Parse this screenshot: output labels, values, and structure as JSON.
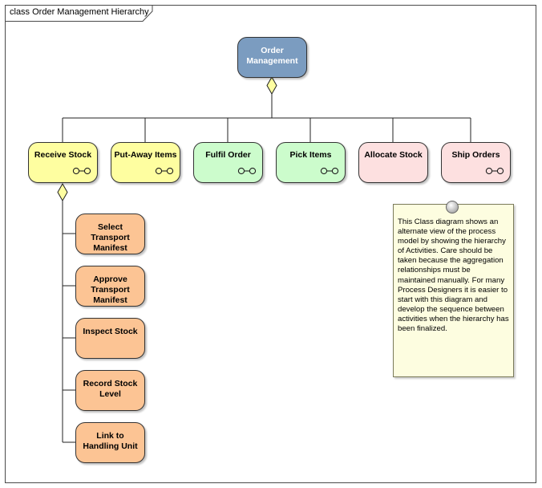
{
  "diagram": {
    "frame_title": "class Order Management Hierarchy",
    "root": {
      "label": "Order Management",
      "color": "#7b9cc0"
    },
    "activities": [
      {
        "label": "Receive Stock",
        "color": "#fefea0"
      },
      {
        "label": "Put-Away Items",
        "color": "#fefea0"
      },
      {
        "label": "Fulfil Order",
        "color": "#ccfccc"
      },
      {
        "label": "Pick Items",
        "color": "#ccfccc"
      },
      {
        "label": "Allocate Stock",
        "color": "#fde0e0"
      },
      {
        "label": "Ship Orders",
        "color": "#fde0e0"
      }
    ],
    "sub_activities": [
      {
        "label": "Select Transport Manifest",
        "color": "#fcc494"
      },
      {
        "label": "Approve Transport Manifest",
        "color": "#fcc494"
      },
      {
        "label": "Inspect Stock",
        "color": "#fcc494"
      },
      {
        "label": "Record Stock Level",
        "color": "#fcc494"
      },
      {
        "label": "Link to Handling Unit",
        "color": "#fcc494"
      }
    ],
    "note": {
      "text": "This Class diagram shows an alternate view of the process model by showing the hierarchy of Activities. Care should be taken because the aggregation relationships must be maintained manually. For many Process Designers it is easier to start with this diagram and develop the sequence between activities when the hierarchy has been finalized.",
      "color": "#fdfde0"
    },
    "icons": {
      "activity": "activity-glasses-icon",
      "aggregation": "diamond-icon",
      "note_pin": "pin-icon"
    }
  }
}
